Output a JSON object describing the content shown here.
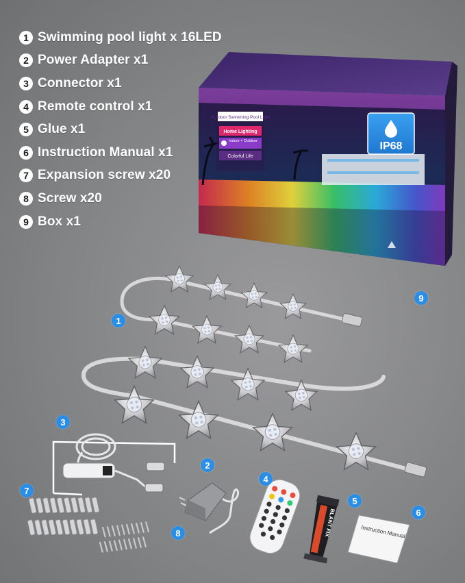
{
  "items": [
    {
      "num": "1",
      "label": "Swimming pool light x 16LED"
    },
    {
      "num": "2",
      "label": "Power Adapter x1"
    },
    {
      "num": "3",
      "label": "Connector x1"
    },
    {
      "num": "4",
      "label": "Remote control x1"
    },
    {
      "num": "5",
      "label": "Glue x1"
    },
    {
      "num": "6",
      "label": "Instruction Manual x1"
    },
    {
      "num": "7",
      "label": "Expansion screw x20"
    },
    {
      "num": "8",
      "label": "Screw x20"
    },
    {
      "num": "9",
      "label": "Box x1"
    }
  ],
  "box": {
    "panel_title": "Outdoor Swimming Pool Light",
    "menu": [
      "Home Lighting",
      "Indoor + Outdoor",
      "Colorful Life"
    ],
    "rating": "IP68"
  },
  "glue_brand": "BLANT FIX",
  "manual_label": "Instruction Manual",
  "photo_badges": {
    "light": "1",
    "adapter": "2",
    "connector": "3",
    "remote": "4",
    "glue": "5",
    "manual": "6",
    "expansion": "7",
    "screw": "8",
    "box": "9"
  },
  "colors": {
    "badge": "#2a8ee6",
    "box_top": "#4b2d7a",
    "background": "#8a8b8d"
  }
}
